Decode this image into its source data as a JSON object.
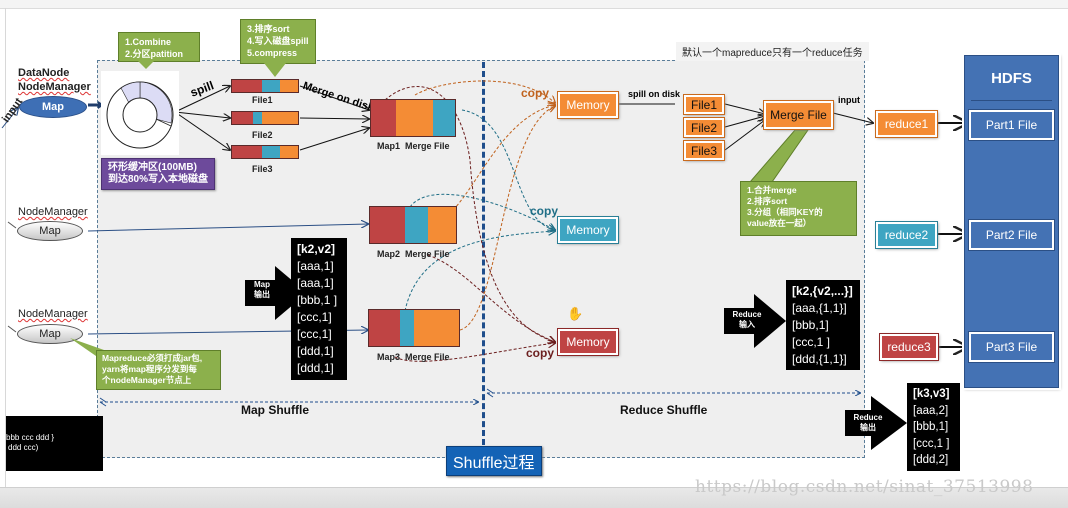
{
  "title": "Shuffle过程",
  "sections": {
    "map_shuffle": "Map Shuffle",
    "reduce_shuffle": "Reduce Shuffle"
  },
  "top_note": "默认一个mapreduce只有一个reduce任务",
  "input_label": "input",
  "node1": {
    "line1": "DataNode",
    "line2": "NodeManager",
    "map": "Map"
  },
  "node2": {
    "label": "NodeManager",
    "map": "Map"
  },
  "node3": {
    "label": "NodeManager",
    "map": "Map"
  },
  "callouts": {
    "combine": [
      "1.Combine",
      "2.分区patition"
    ],
    "sort_spill": [
      "3.排序sort",
      "4.写入磁盘spill",
      "5.compress"
    ],
    "buffer": [
      "环形缓冲区(100MB)",
      "到达80%写入本地磁盘"
    ],
    "jar": [
      "Mapreduce必须打成jar包,",
      "yarn将map程序分发到每",
      "个nodeManager节点上"
    ],
    "merge": [
      "1.合并merge",
      "2.排序sort",
      "3.分组（相同KEY的",
      "value放在一起）"
    ]
  },
  "spill_label": "spill",
  "merge_on_disk": "Merge on disk",
  "spill_files": [
    "File1",
    "File2",
    "File3"
  ],
  "merge_files": [
    "Map1  Merge File",
    "Map2  Merge File",
    "Map3  Merge File"
  ],
  "copy_label": "copy",
  "memory_label": "Memory",
  "spill_on_disk": "spill on disk",
  "reduce_files": [
    "File1",
    "File2",
    "File3"
  ],
  "merge_file": "Merge File",
  "input_to_reduce": "input",
  "reducers": [
    "reduce1",
    "reduce2",
    "reduce3"
  ],
  "hdfs": {
    "title": "HDFS",
    "parts": [
      "Part1 File",
      "Part2 File",
      "Part3 File"
    ]
  },
  "map_output": {
    "label": [
      "Map",
      "输出"
    ],
    "rows": [
      "[k2,v2]",
      "[aaa,1]",
      "[aaa,1]",
      "[bbb,1 ]",
      "[ccc,1]",
      "[ccc,1]",
      "[ddd,1]",
      "[ddd,1]"
    ]
  },
  "reduce_input": {
    "label": [
      "Reduce",
      "输入"
    ],
    "rows": [
      "[k2,{v2,...}]",
      "[aaa,{1,1}]",
      "[bbb,1]",
      "[ccc,1 ]",
      "[ddd,{1,1}]"
    ]
  },
  "reduce_output": {
    "label": [
      "Reduce",
      "输出"
    ],
    "rows": [
      "[k3,v3]",
      "[aaa,2]",
      "[bbb,1]",
      "[ccc,1 ]",
      "[ddd,2]"
    ]
  },
  "left_black_box": [
    "bbb ccc ddd }",
    "ddd ccc)"
  ],
  "watermark": "https://blog.csdn.net/sinat_37513998",
  "colors": {
    "orange": "#f48c35",
    "teal": "#3ea5c2",
    "red": "#bf4444",
    "hdfs_blue": "#4472b4",
    "callout_green": "#8cb04c",
    "title_blue": "#1463b6"
  }
}
